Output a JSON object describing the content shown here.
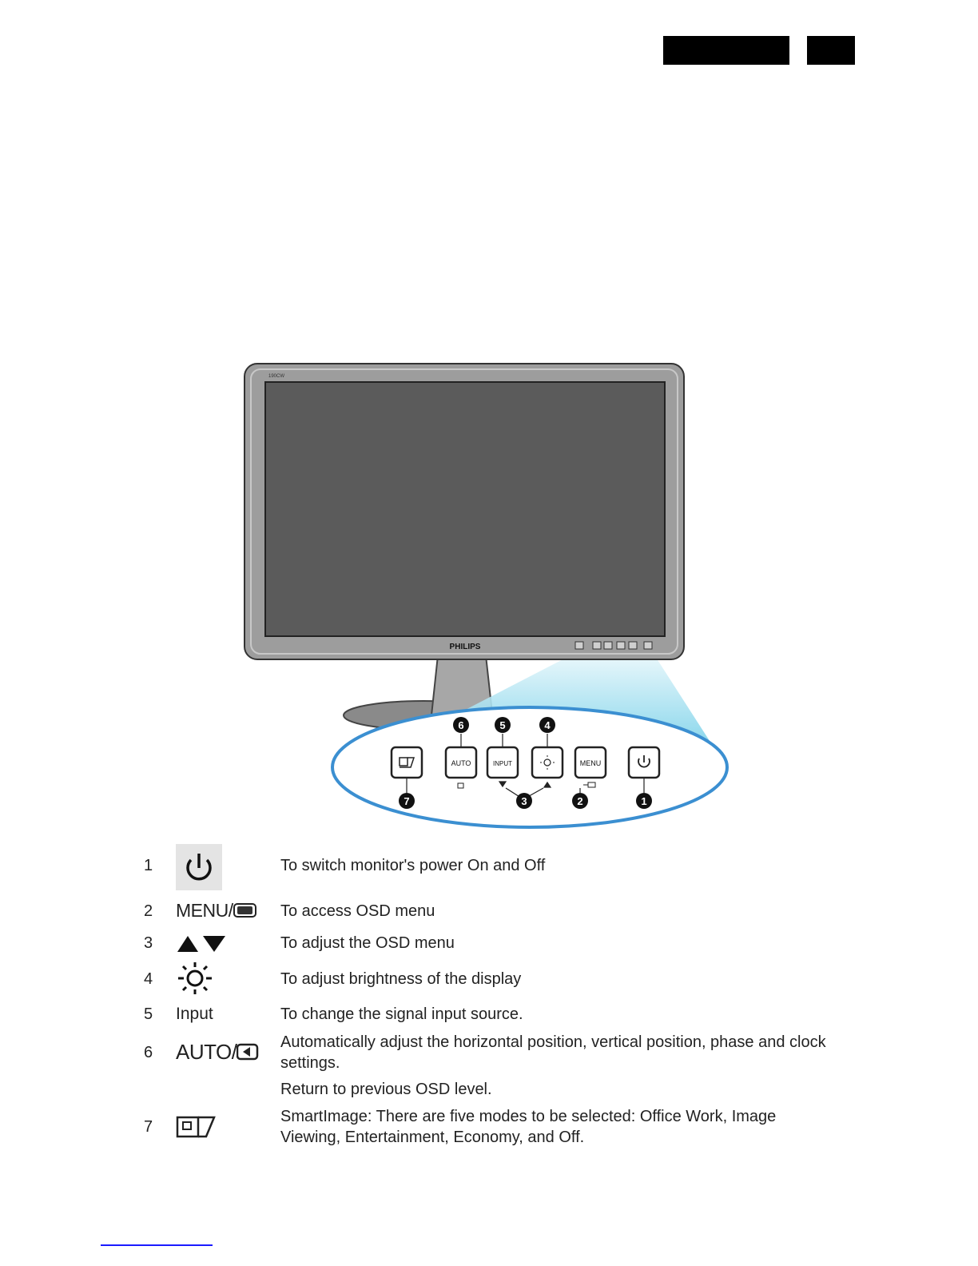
{
  "header": {
    "tab_left": "",
    "tab_right": ""
  },
  "monitor": {
    "model_label": "190CW",
    "brand": "PHILIPS",
    "callout_buttons": [
      {
        "label": "AUTO"
      },
      {
        "label": "INPUT"
      },
      {
        "label": "MENU"
      }
    ],
    "callout_numbers": [
      "1",
      "2",
      "3",
      "4",
      "5",
      "6",
      "7"
    ]
  },
  "controls": [
    {
      "num": "1",
      "icon": "power-icon",
      "desc": [
        "To switch monitor's power On and Off"
      ]
    },
    {
      "num": "2",
      "icon": "menu-ok-icon",
      "icon_text": "MENU/",
      "desc": [
        "To access OSD menu"
      ]
    },
    {
      "num": "3",
      "icon": "up-down-arrows-icon",
      "desc": [
        "To adjust the OSD menu"
      ]
    },
    {
      "num": "4",
      "icon": "brightness-icon",
      "desc": [
        "To adjust brightness of the display"
      ]
    },
    {
      "num": "5",
      "icon_text": "Input",
      "desc": [
        "To change the signal input source."
      ]
    },
    {
      "num": "6",
      "icon": "auto-back-icon",
      "icon_text": "AUTO/",
      "desc": [
        "Automatically adjust the horizontal position, vertical position, phase and clock settings.",
        "Return to previous OSD level."
      ]
    },
    {
      "num": "7",
      "icon": "smartimage-icon",
      "desc": [
        "SmartImage: There are five modes to be selected: Office Work, Image Viewing, Entertainment, Economy, and Off."
      ]
    }
  ]
}
